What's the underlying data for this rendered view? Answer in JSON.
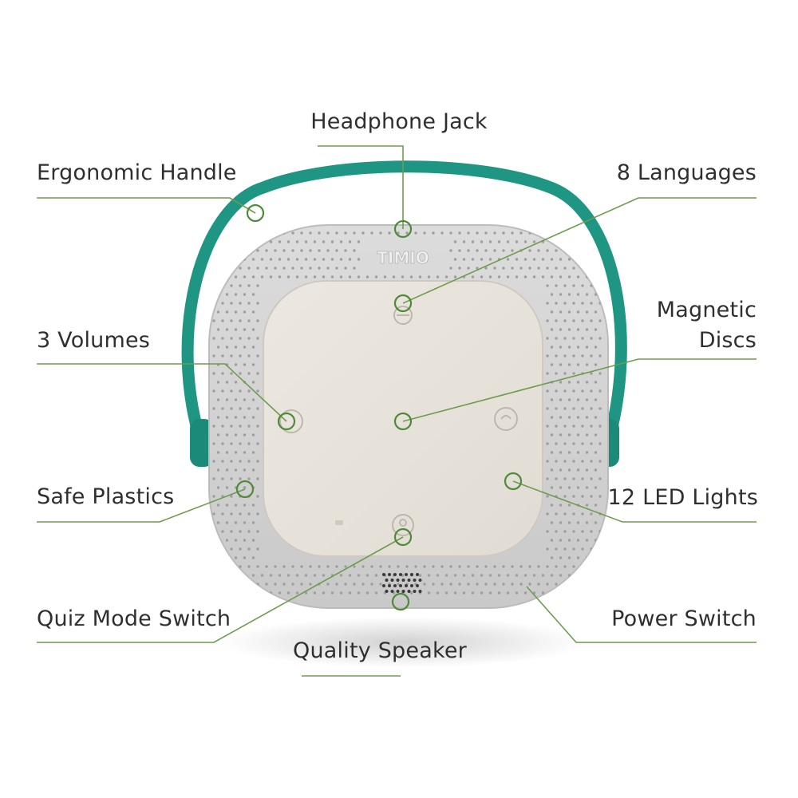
{
  "product": {
    "brand": "TIMIO",
    "colors": {
      "handle": "#1f9683",
      "body": "#d2d2d2",
      "face": "#e8e3dc",
      "leader": "#6e9c4f",
      "text": "#2f2f2f"
    }
  },
  "callouts": [
    {
      "id": "headphone-jack",
      "label": "Headphone Jack"
    },
    {
      "id": "ergonomic-handle",
      "label": "Ergonomic Handle"
    },
    {
      "id": "8-languages",
      "label": "8 Languages"
    },
    {
      "id": "magnetic-discs",
      "label_lines": [
        "Magnetic",
        "Discs"
      ]
    },
    {
      "id": "3-volumes",
      "label": "3 Volumes"
    },
    {
      "id": "safe-plastics",
      "label": "Safe Plastics"
    },
    {
      "id": "12-led-lights",
      "label": "12 LED Lights"
    },
    {
      "id": "quiz-mode-switch",
      "label": "Quiz Mode Switch"
    },
    {
      "id": "power-switch",
      "label": "Power Switch"
    },
    {
      "id": "quality-speaker",
      "label": "Quality Speaker"
    }
  ]
}
